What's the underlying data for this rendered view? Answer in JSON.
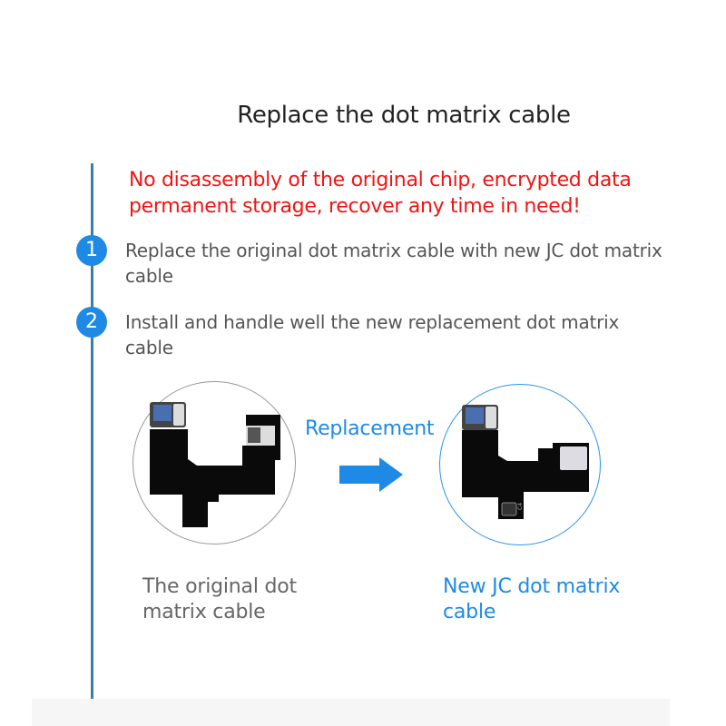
{
  "title": "Replace the dot matrix cable",
  "notice": "No disassembly of the original chip, encrypted data permanent storage, recover any time in need!",
  "steps": [
    {
      "number": "1",
      "text": "Replace the original dot matrix cable with new JC dot matrix cable"
    },
    {
      "number": "2",
      "text": "Install and handle well the new replacement dot matrix cable"
    }
  ],
  "comparison": {
    "arrow_label": "Replacement",
    "original_caption": "The original dot matrix cable",
    "new_caption": "New JC dot matrix cable",
    "new_chip_label": "C4"
  },
  "colors": {
    "accent": "#1e8ae6",
    "warning": "#f21414",
    "line": "#3d7fa2"
  }
}
